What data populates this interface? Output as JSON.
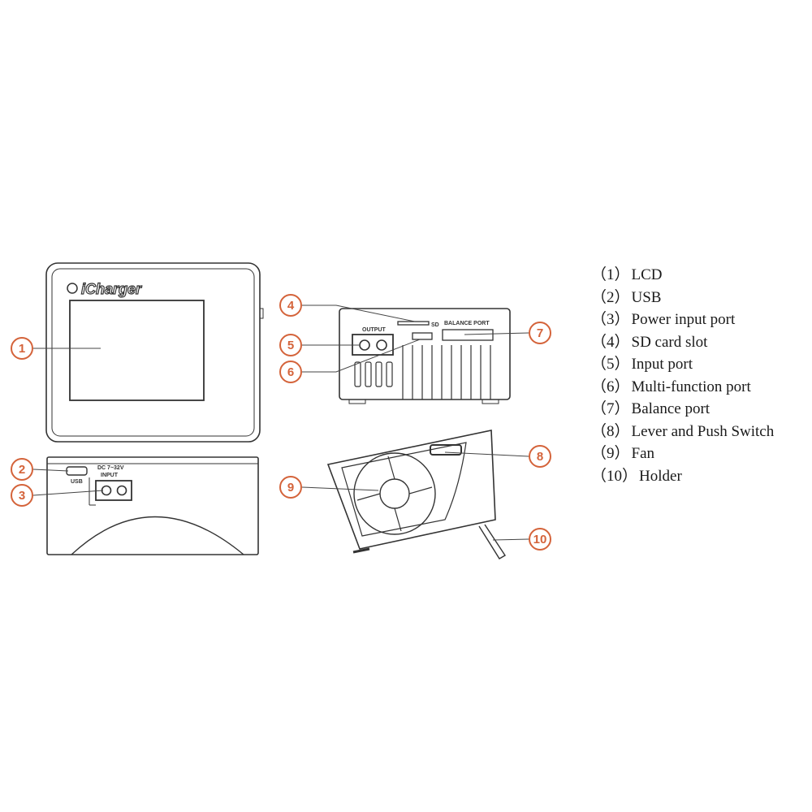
{
  "device": {
    "brand": "iCharger",
    "usb_label": "USB",
    "dc_label": "DC 7~32V",
    "input_label": "INPUT",
    "output_label": "OUTPUT",
    "sd_label": "SD",
    "balance_label": "BALANCE PORT"
  },
  "callouts": [
    "1",
    "2",
    "3",
    "4",
    "5",
    "6",
    "7",
    "8",
    "9",
    "10"
  ],
  "legend": [
    {
      "num": "（1）",
      "label": "LCD"
    },
    {
      "num": "（2）",
      "label": "USB"
    },
    {
      "num": "（3）",
      "label": "Power input port"
    },
    {
      "num": "（4）",
      "label": "SD card slot"
    },
    {
      "num": "（5）",
      "label": "Input port"
    },
    {
      "num": "（6）",
      "label": "Multi-function port"
    },
    {
      "num": "（7）",
      "label": "Balance port"
    },
    {
      "num": "（8）",
      "label": "Lever and Push Switch"
    },
    {
      "num": "（9）",
      "label": "Fan"
    },
    {
      "num": "（10）",
      "label": "Holder"
    }
  ],
  "colors": {
    "accent": "#d4633a",
    "line": "#333333"
  }
}
